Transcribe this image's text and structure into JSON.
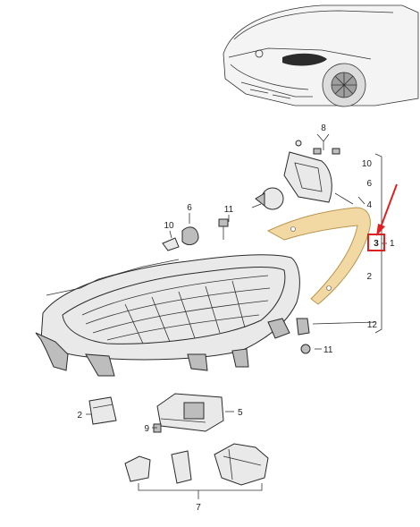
{
  "diagram": {
    "callouts": {
      "c1": "1",
      "c2a": "2",
      "c2b": "2",
      "c3": "3",
      "c4": "4",
      "c5": "5",
      "c6a": "6",
      "c6b": "6",
      "c7": "7",
      "c8": "8",
      "c9": "9",
      "c10a": "10",
      "c10b": "10",
      "c11a": "11",
      "c11b": "11",
      "c12": "12"
    },
    "colors": {
      "highlight": "#e02020",
      "seal": "#f2d9a4",
      "seal_stroke": "#b9954e",
      "line": "#333333"
    },
    "icons": {
      "arrow": "red-pointer-arrow",
      "box": "red-highlight-box"
    }
  }
}
